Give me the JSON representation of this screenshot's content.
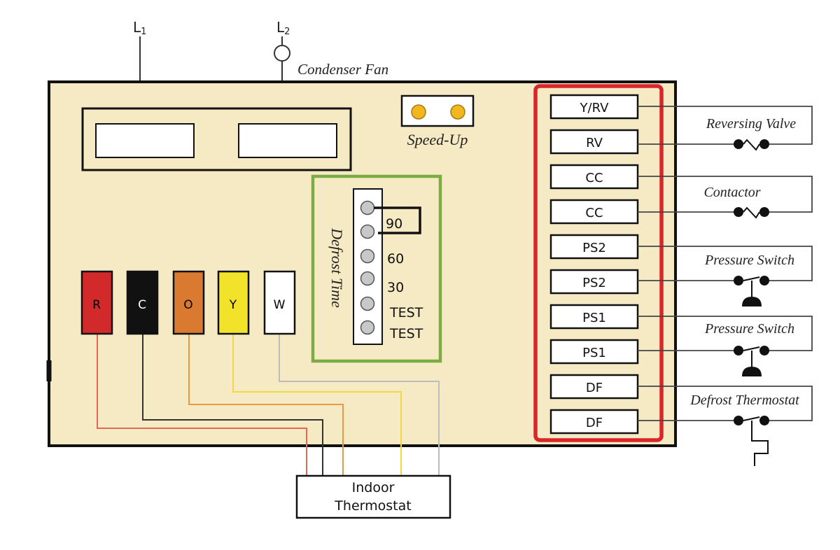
{
  "supply": {
    "l1_label": "L",
    "l1_sub": "1",
    "l2_label": "L",
    "l2_sub": "2",
    "condenser_fan_label": "Condenser Fan"
  },
  "speed_up": {
    "label": "Speed-Up"
  },
  "defrost": {
    "label": "Defrost Time",
    "settings": [
      "90",
      "60",
      "30",
      "TEST",
      "TEST"
    ]
  },
  "thermostat_wires": [
    {
      "label": "R",
      "color": "#d22a2a",
      "text_color": "#000000"
    },
    {
      "label": "C",
      "color": "#111111",
      "text_color": "#ffffff"
    },
    {
      "label": "O",
      "color": "#d97a30",
      "text_color": "#000000"
    },
    {
      "label": "Y",
      "color": "#f2e32a",
      "text_color": "#000000"
    },
    {
      "label": "W",
      "color": "#ffffff",
      "text_color": "#000000"
    }
  ],
  "wire_trace_colors": [
    "#e06a55",
    "#333333",
    "#e79a45",
    "#f0d840",
    "#bdbdbd"
  ],
  "indoor_thermostat": {
    "line1": "Indoor",
    "line2": "Thermostat"
  },
  "terminals": [
    "Y/RV",
    "RV",
    "CC",
    "CC",
    "PS2",
    "PS2",
    "PS1",
    "PS1",
    "DF",
    "DF"
  ],
  "components": {
    "reversing_valve": "Reversing Valve",
    "contactor": "Contactor",
    "pressure_switch_1": "Pressure Switch",
    "pressure_switch_2": "Pressure Switch",
    "defrost_thermostat": "Defrost Thermostat"
  },
  "colors": {
    "board": "#f6eac4",
    "terminal_group_border": "#d9262c",
    "defrost_group_border": "#7aae45",
    "speed_up_dot": "#f0b71f"
  }
}
